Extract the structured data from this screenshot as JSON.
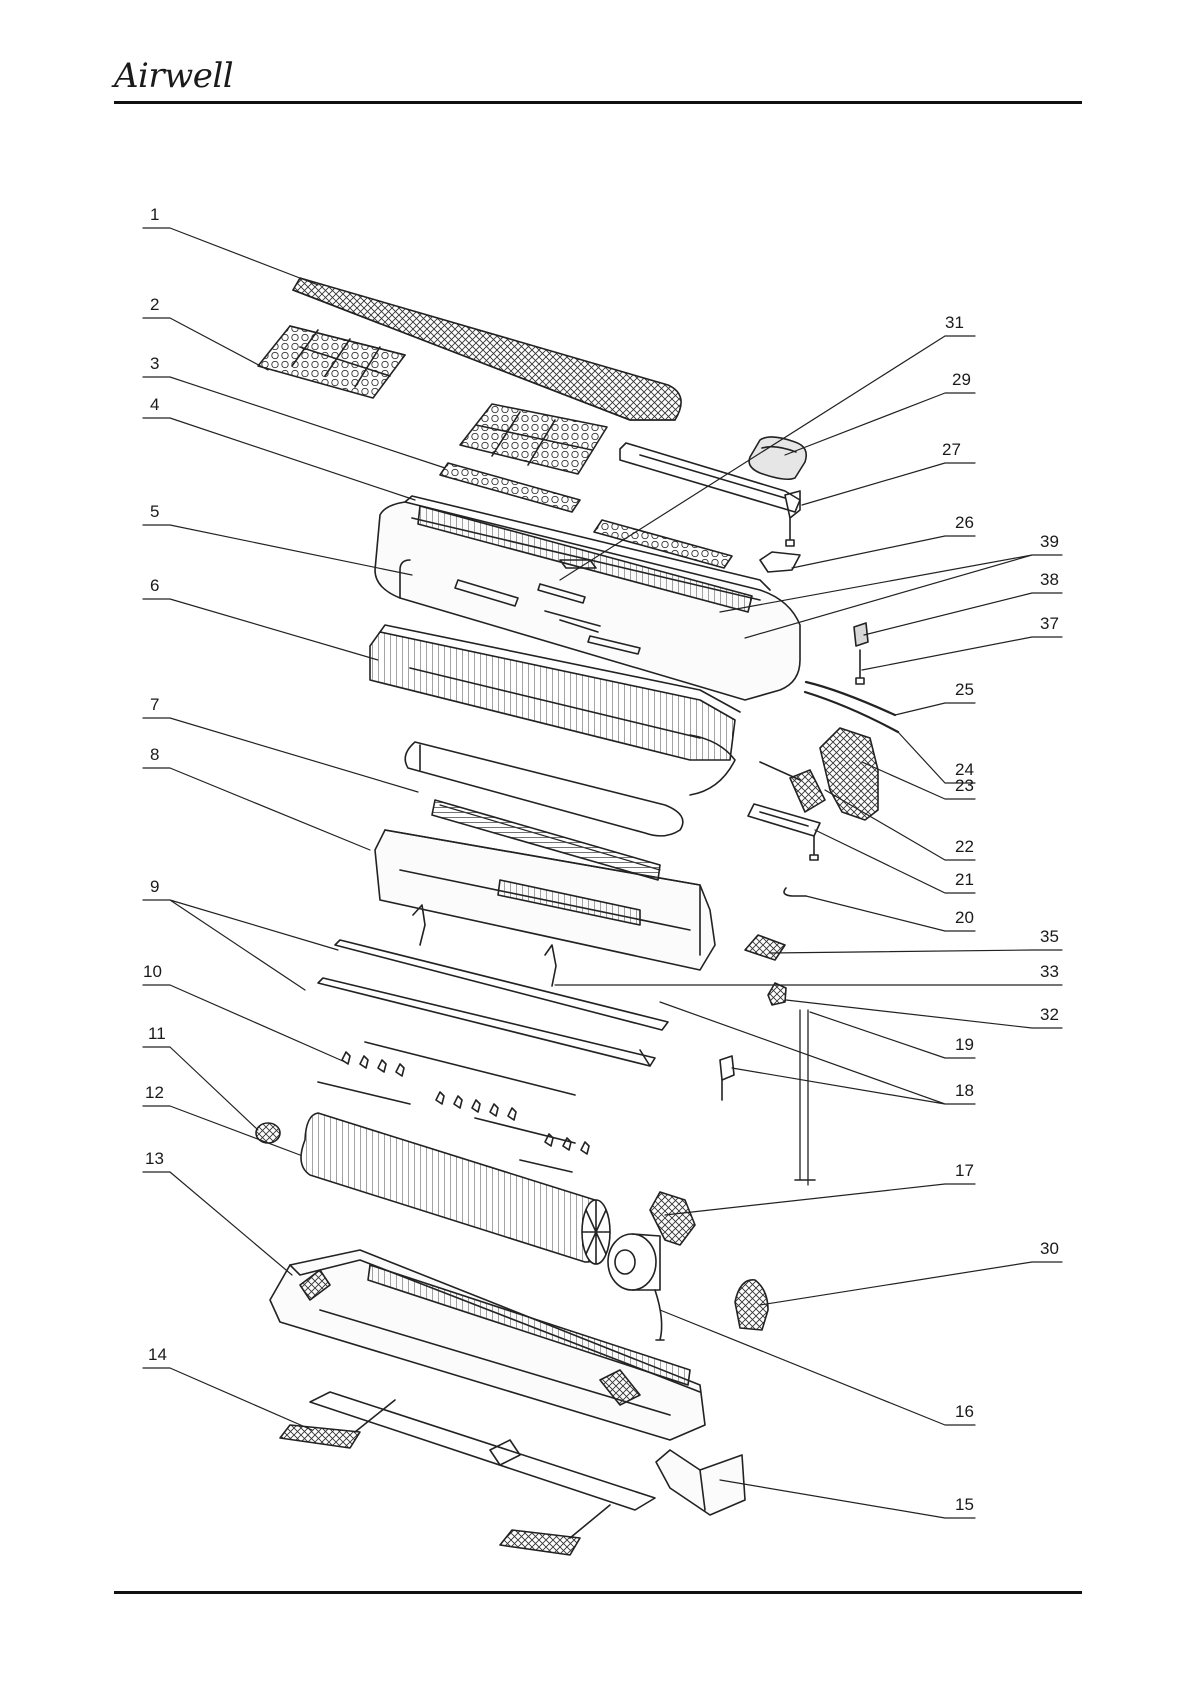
{
  "header": {
    "brand": "Airwell"
  },
  "diagram": {
    "labels": [
      "1",
      "2",
      "3",
      "4",
      "5",
      "6",
      "7",
      "8",
      "9",
      "10",
      "11",
      "12",
      "13",
      "14",
      "31",
      "29",
      "27",
      "26",
      "39",
      "38",
      "37",
      "25",
      "24",
      "23",
      "22",
      "21",
      "20",
      "35",
      "33",
      "32",
      "19",
      "18",
      "17",
      "30",
      "16",
      "15"
    ]
  }
}
